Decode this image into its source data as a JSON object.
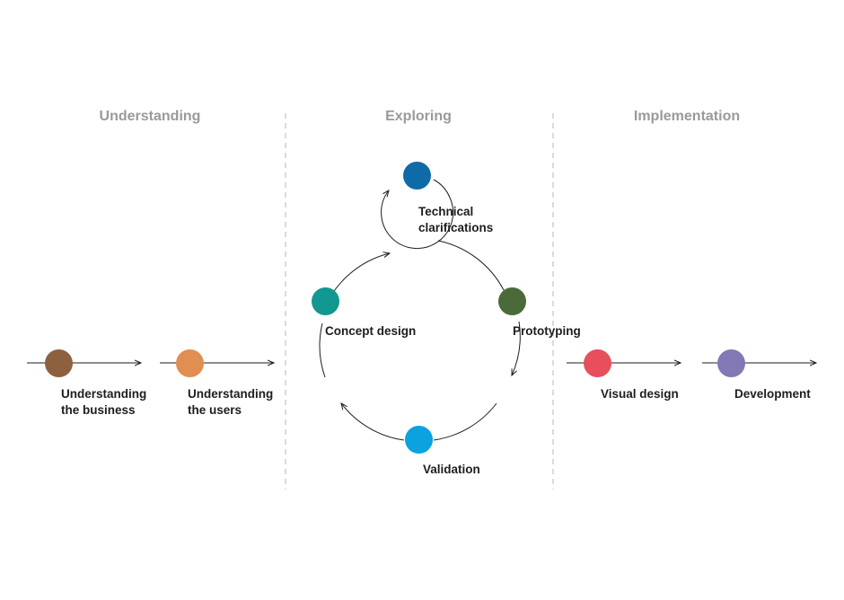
{
  "phases": {
    "understanding": "Understanding",
    "exploring": "Exploring",
    "implementation": "Implementation"
  },
  "steps": {
    "business": {
      "line1": "Understanding",
      "line2": "the business",
      "color": "#8d6040"
    },
    "users": {
      "line1": "Understanding",
      "line2": "the users",
      "color": "#e08e52"
    },
    "technical": {
      "line1": "Technical",
      "line2": "clarifications",
      "color": "#0f6aa8"
    },
    "concept": {
      "label": "Concept design",
      "color": "#119890"
    },
    "prototyping": {
      "label": "Prototyping",
      "color": "#4a6a3a"
    },
    "validation": {
      "label": "Validation",
      "color": "#0aa2df"
    },
    "visual": {
      "label": "Visual design",
      "color": "#e84e5c"
    },
    "development": {
      "label": "Development",
      "color": "#8278b4"
    }
  }
}
